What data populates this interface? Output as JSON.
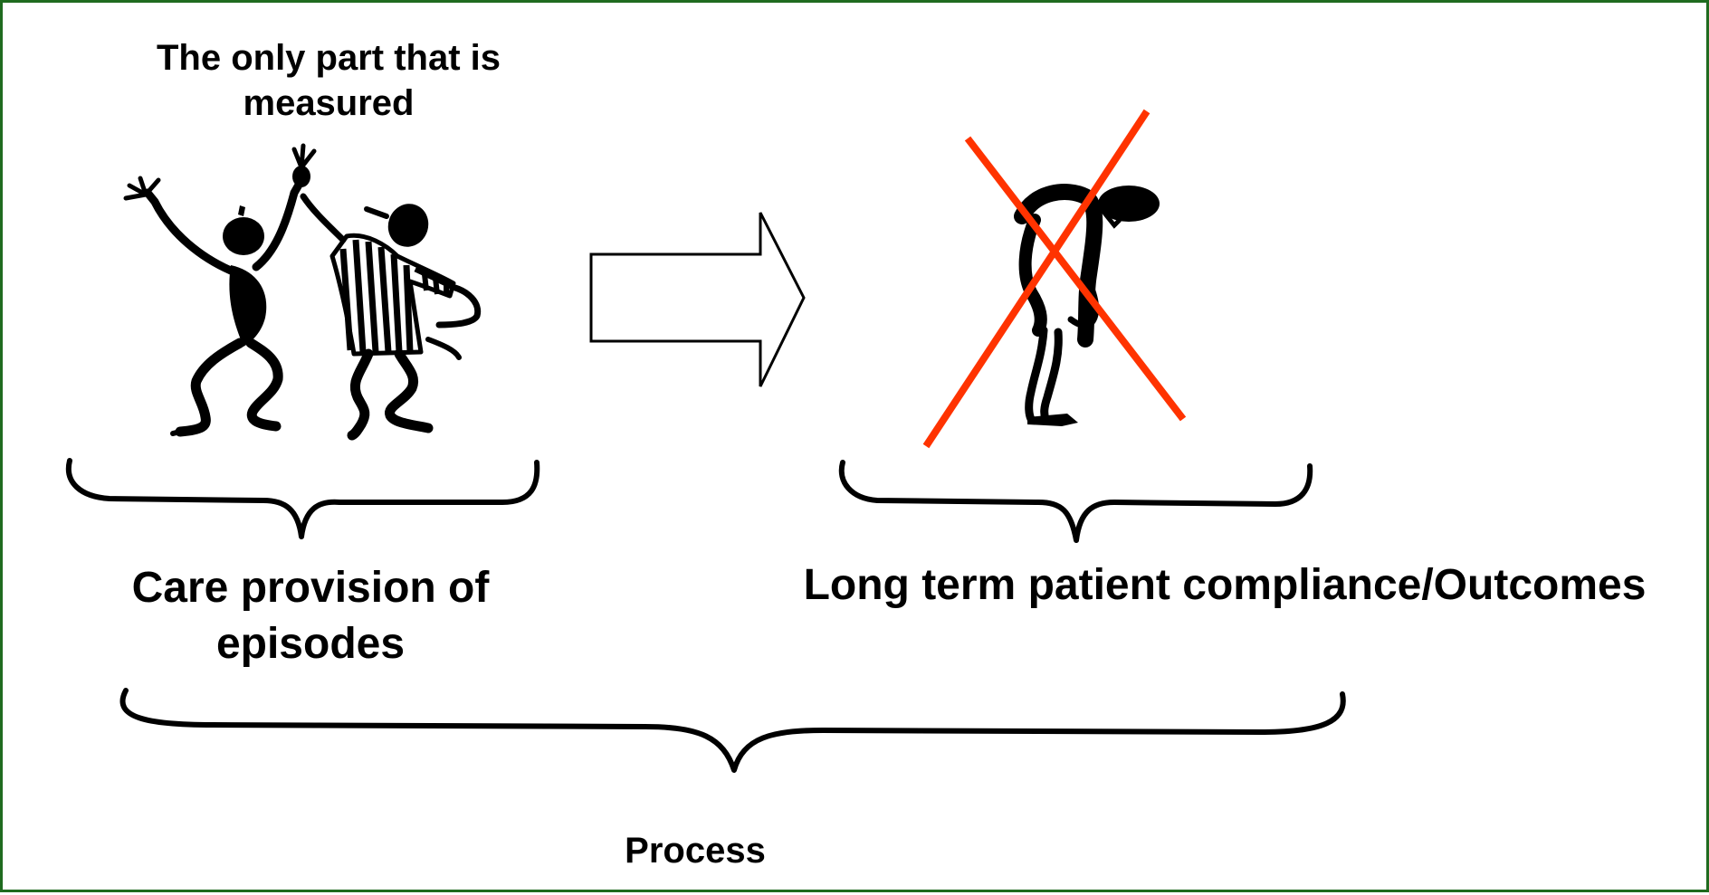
{
  "labels": {
    "measured_line1": "The only part that is",
    "measured_line2": "measured",
    "care_line1": "Care provision of",
    "care_line2": "episodes",
    "long_term": "Long term patient compliance/Outcomes",
    "process": "Process"
  },
  "figures": {
    "left": "dancing-figures-icon",
    "right": "slouched-figure-icon",
    "cross": "red-x-icon"
  },
  "colors": {
    "border": "#1f6b1f",
    "cross": "#ff3300",
    "ink": "#000000"
  }
}
